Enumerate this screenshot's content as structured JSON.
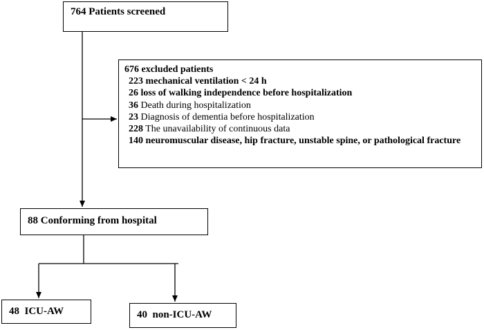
{
  "screened": {
    "count": "764",
    "label": "Patients screened"
  },
  "excluded": {
    "title": "676 excluded patients",
    "items": [
      {
        "count": "223",
        "text": "mechanical ventilation < 24 h",
        "bold": true
      },
      {
        "count": "26",
        "text": "loss of walking independence before hospitalization",
        "bold": true
      },
      {
        "count": "36",
        "text": "Death during hospitalization",
        "bold": false
      },
      {
        "count": "23",
        "text": "Diagnosis of dementia before hospitalization",
        "bold": false
      },
      {
        "count": "228",
        "text": "The unavailability of continuous data",
        "bold": false
      },
      {
        "count": "140",
        "text": "neuromuscular disease, hip fracture, unstable spine, or pathological fracture",
        "bold": true
      }
    ]
  },
  "conforming": {
    "count": "88",
    "label": "Conforming from hospital"
  },
  "groups": [
    {
      "count": "48",
      "label": "ICU-AW"
    },
    {
      "count": "40",
      "label": "non-ICU-AW"
    }
  ]
}
